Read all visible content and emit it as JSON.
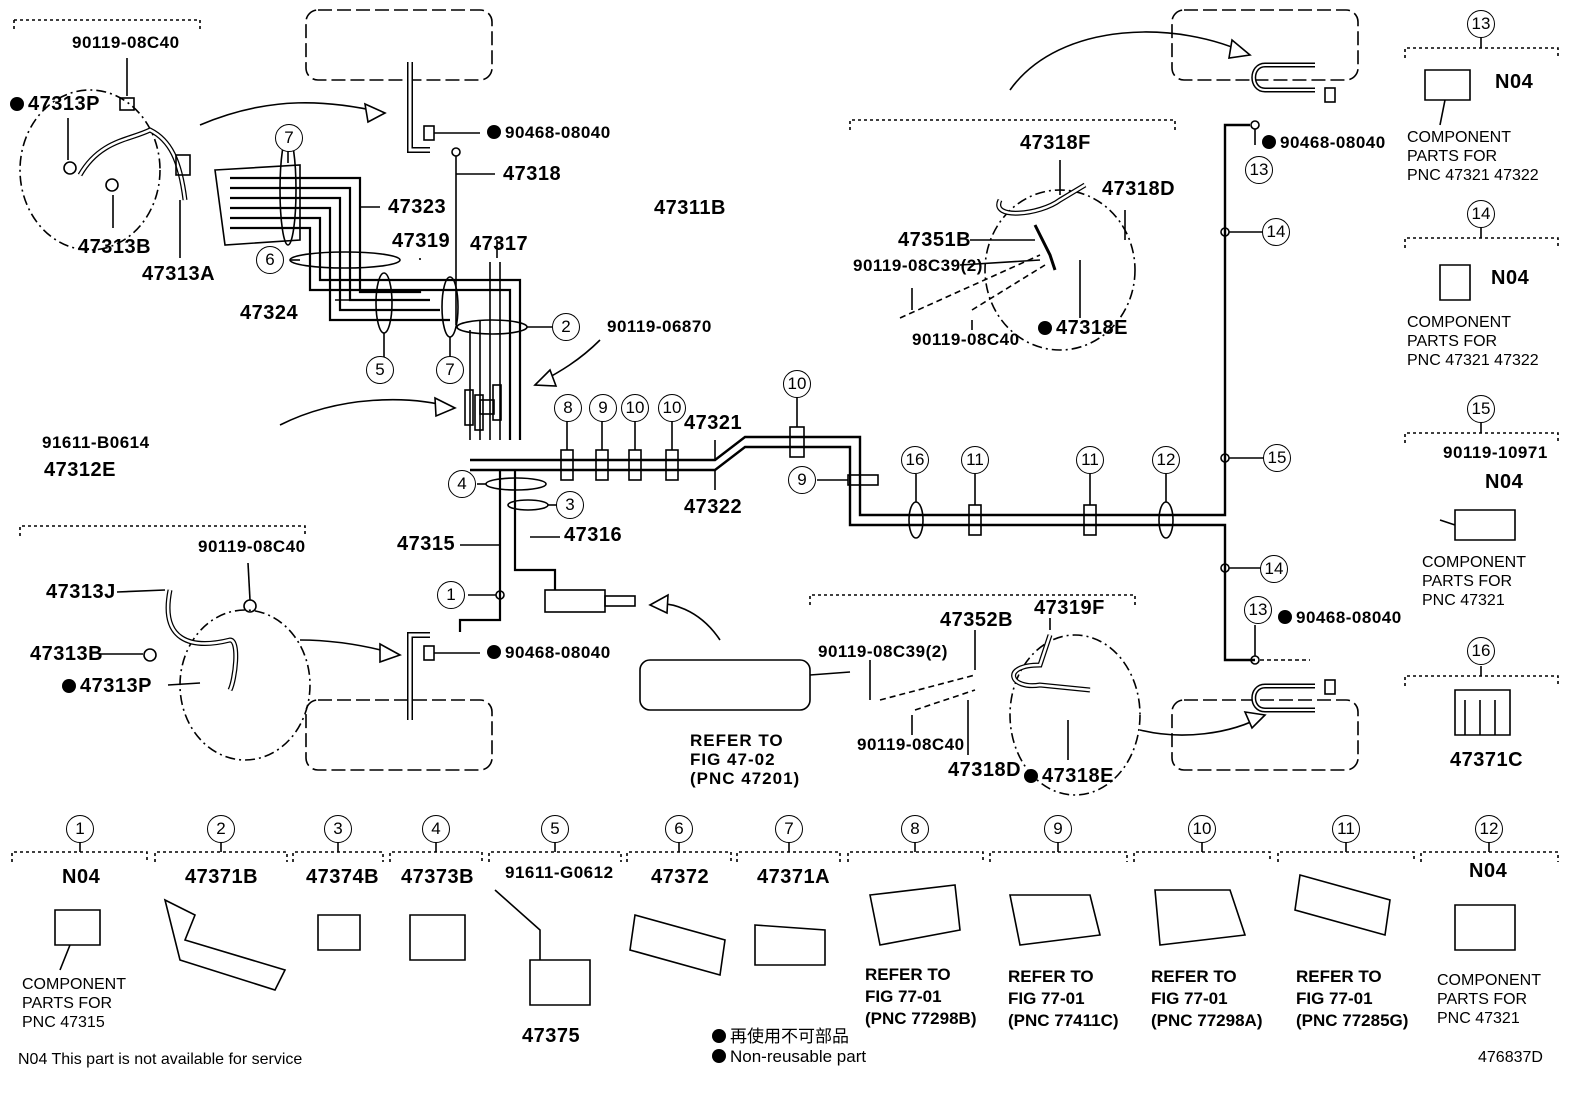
{
  "diagram_id": "476837D",
  "footnote": "N04 This part is not available for service",
  "legend": {
    "non_reusable_jp": "再使用不可部品",
    "non_reusable_en": "Non-reusable part"
  },
  "labels": {
    "p90119_08C40_top": "90119-08C40",
    "p47313P_top": "47313P",
    "p47313B_top": "47313B",
    "p47313A": "47313A",
    "p90468_left_top": "90468-08040",
    "p47318": "47318",
    "p47323": "47323",
    "p47319": "47319",
    "p47317": "47317",
    "p47324": "47324",
    "p47311B": "47311B",
    "p90119_06870": "90119-06870",
    "p91611_B0614": "91611-B0614",
    "p47312E": "47312E",
    "p47321": "47321",
    "p47322": "47322",
    "p47316": "47316",
    "p47315": "47315",
    "p90119_08C40_left": "90119-08C40",
    "p47313J": "47313J",
    "p47313B_low": "47313B",
    "p47313P_low": "47313P",
    "p90468_left_low": "90468-08040",
    "p47318F": "47318F",
    "p47318D_top": "47318D",
    "p47351B": "47351B",
    "p90119_08C39_top": "90119-08C39(2)",
    "p90119_08C40_mid": "90119-08C40",
    "p47318E_top": "47318E",
    "p90468_right_top": "90468-08040",
    "p47352B": "47352B",
    "p47319F": "47319F",
    "p90119_08C39_low": "90119-08C39(2)",
    "p90119_08C40_low": "90119-08C40",
    "p47318D_low": "47318D",
    "p47318E_low": "47318E",
    "p90468_right_low": "90468-08040",
    "refer_47_02": [
      "REFER TO",
      "FIG 47-02",
      "(PNC 47201)"
    ]
  },
  "callouts": [
    "1",
    "2",
    "3",
    "4",
    "5",
    "6",
    "7",
    "8",
    "9",
    "10",
    "11",
    "12",
    "13",
    "14",
    "15",
    "16"
  ],
  "side_panels": {
    "p13": {
      "num": "13",
      "code": "N04",
      "note": [
        "COMPONENT",
        "PARTS FOR",
        "PNC 47321 47322"
      ]
    },
    "p14": {
      "num": "14",
      "code": "N04",
      "note": [
        "COMPONENT",
        "PARTS FOR",
        "PNC 47321 47322"
      ]
    },
    "p15": {
      "num": "15",
      "bolt": "90119-10971",
      "code": "N04",
      "note": [
        "COMPONENT",
        "PARTS FOR",
        "PNC 47321"
      ]
    },
    "p16": {
      "num": "16",
      "part": "47371C"
    }
  },
  "bottom_row": [
    {
      "num": "1",
      "part": "N04",
      "note": [
        "COMPONENT",
        "PARTS FOR",
        "PNC 47315"
      ]
    },
    {
      "num": "2",
      "part": "47371B"
    },
    {
      "num": "3",
      "part": "47374B"
    },
    {
      "num": "4",
      "part": "47373B"
    },
    {
      "num": "5",
      "bolt": "91611-G0612",
      "part": "47375"
    },
    {
      "num": "6",
      "part": "47372"
    },
    {
      "num": "7",
      "part": "47371A"
    },
    {
      "num": "8",
      "note": [
        "REFER TO",
        "FIG 77-01",
        "(PNC 77298B)"
      ]
    },
    {
      "num": "9",
      "note": [
        "REFER TO",
        "FIG 77-01",
        "(PNC 77411C)"
      ]
    },
    {
      "num": "10",
      "note": [
        "REFER TO",
        "FIG 77-01",
        "(PNC 77298A)"
      ]
    },
    {
      "num": "11",
      "note": [
        "REFER TO",
        "FIG 77-01",
        "(PNC 77285G)"
      ]
    },
    {
      "num": "12",
      "part": "N04",
      "note": [
        "COMPONENT",
        "PARTS FOR",
        "PNC 47321"
      ]
    }
  ]
}
